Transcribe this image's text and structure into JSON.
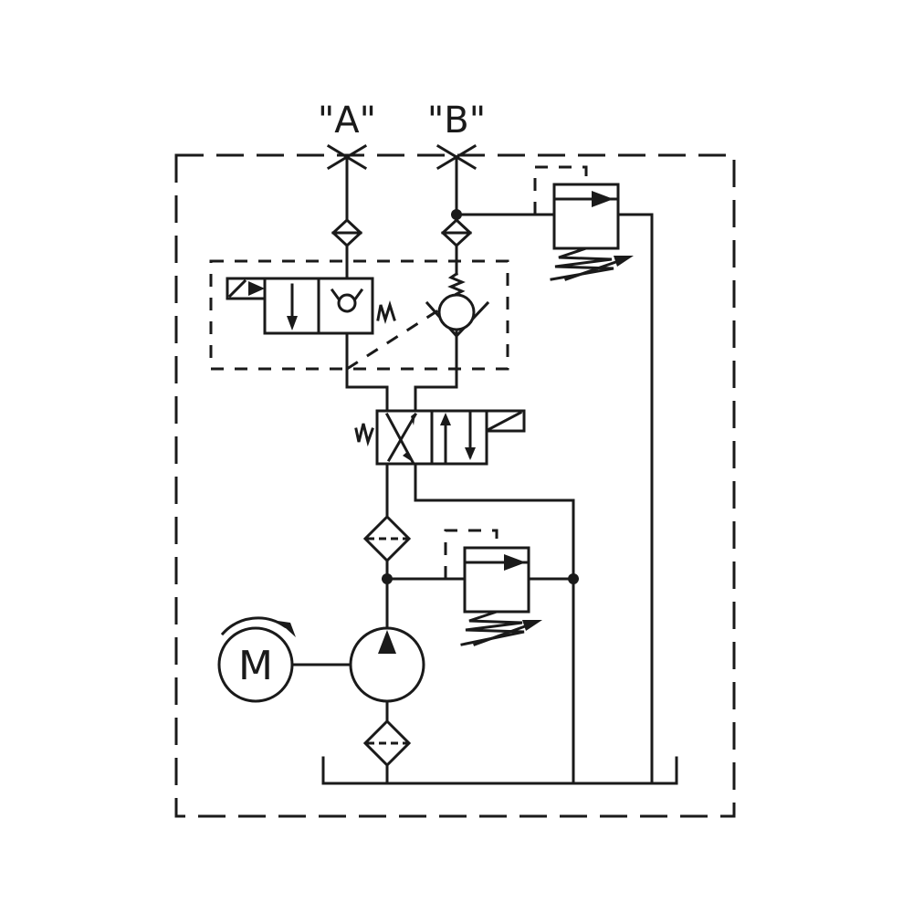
{
  "ports": {
    "a_label": "\"A\"",
    "b_label": "\"B\""
  },
  "motor": {
    "label": "M"
  },
  "colors": {
    "stroke": "#1a1a1a",
    "background": "#ffffff"
  }
}
